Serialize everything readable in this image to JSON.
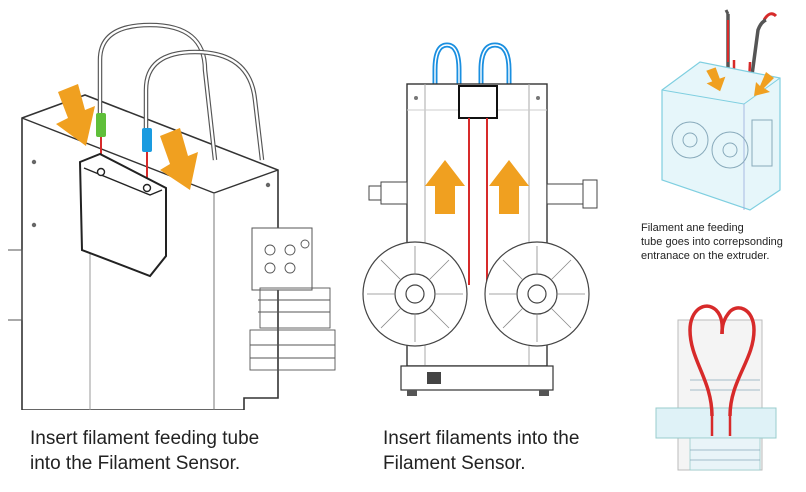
{
  "steps": [
    {
      "caption_lines": [
        "Insert filament feeding tube",
        "into the Filament Sensor."
      ],
      "tube_colors": [
        "#5fbf3a",
        "#1a9be0"
      ],
      "arrow_color": "#f0a020"
    },
    {
      "caption_lines": [
        "Insert filaments into the",
        "Filament Sensor."
      ],
      "tube_color": "#1a8fe0",
      "filament_color": "#d72a2a",
      "arrow_color": "#f0a020"
    }
  ],
  "extruder_note": {
    "lines": [
      "Filament ane feeding",
      "tube goes into correpsonding",
      "entranace on the extruder."
    ],
    "filament_color": "#d72a2a",
    "arrow_color": "#f0a020"
  }
}
